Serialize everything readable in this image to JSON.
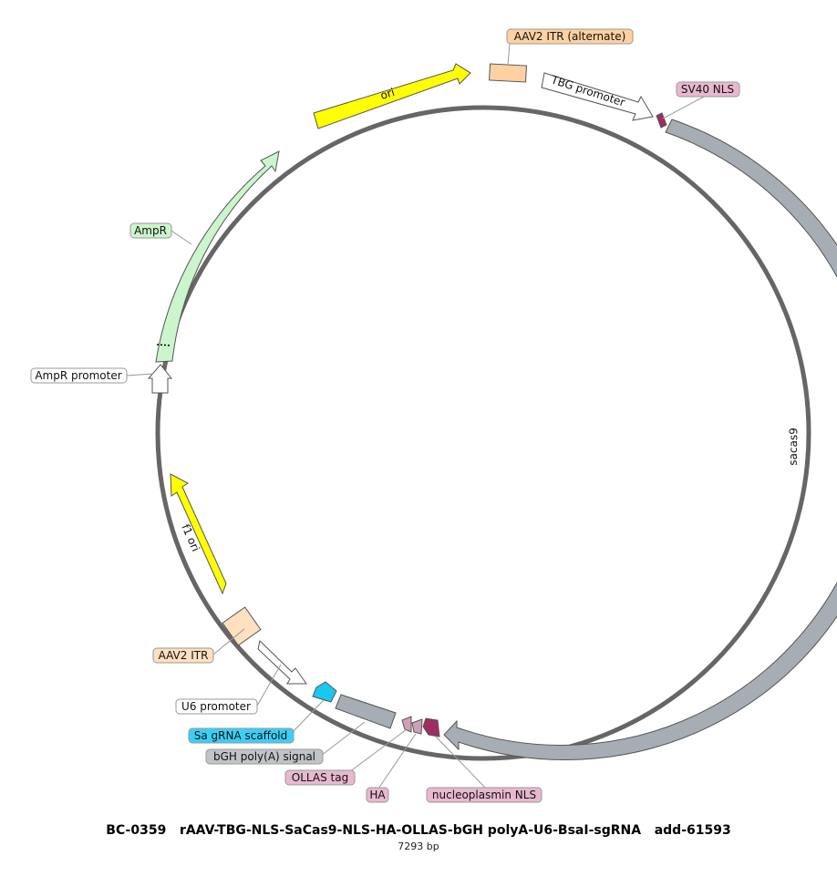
{
  "plasmid": {
    "name": "BC-0359   rAAV-TBG-NLS-SaCas9-NLS-HA-OLLAS-bGH polyA-U6-BsaI-sgRNA   add-61593",
    "length_label": "7293 bp"
  },
  "features": [
    {
      "id": "ori",
      "label": "ori",
      "fill": "#ffff00",
      "inlabel": true
    },
    {
      "id": "aav2-itr-alt",
      "label": "AAV2 ITR (alternate)",
      "fill": "#ffd0a0",
      "inlabel": false
    },
    {
      "id": "tbg-promoter",
      "label": "TBG promoter",
      "fill": "#ffffff",
      "inlabel": true
    },
    {
      "id": "sv40-nls",
      "label": "SV40 NLS",
      "fill": "#9e2d63",
      "inlabel": false
    },
    {
      "id": "sacas9",
      "label": "sacas9",
      "fill": "#a6adb4",
      "inlabel": true
    },
    {
      "id": "nucleoplasmin-nls",
      "label": "nucleoplasmin NLS",
      "fill": "#9e2d63",
      "inlabel": false
    },
    {
      "id": "ha",
      "label": "HA",
      "fill": "#cf9fba",
      "inlabel": false
    },
    {
      "id": "ollas-tag",
      "label": "OLLAS tag",
      "fill": "#cf9fba",
      "inlabel": false
    },
    {
      "id": "bgh-polya",
      "label": "bGH poly(A) signal",
      "fill": "#a6adb4",
      "inlabel": false
    },
    {
      "id": "sa-grna-scaffold",
      "label": "Sa gRNA scaffold",
      "fill": "#18c8f0",
      "inlabel": false
    },
    {
      "id": "u6-promoter",
      "label": "U6 promoter",
      "fill": "#ffffff",
      "inlabel": false
    },
    {
      "id": "aav2-itr",
      "label": "AAV2 ITR",
      "fill": "#ffe0c0",
      "inlabel": false
    },
    {
      "id": "f1-ori",
      "label": "f1 ori",
      "fill": "#ffff00",
      "inlabel": true
    },
    {
      "id": "ampr-promoter",
      "label": "AmpR promoter",
      "fill": "#ffffff",
      "inlabel": false
    },
    {
      "id": "ampr",
      "label": "AmpR",
      "fill": "#ccf5cc",
      "inlabel": false
    }
  ],
  "label_colors": {
    "aav2-itr-alt": "#ffd0a0",
    "sv40-nls": "#e8b8d0",
    "nucleoplasmin-nls": "#e8b8d0",
    "ha": "#e8b8d0",
    "ollas-tag": "#e8b8d0",
    "bgh-polya": "#c0c4c8",
    "sa-grna-scaffold": "#38d0f8",
    "u6-promoter": "#ffffff",
    "aav2-itr": "#ffe0c0",
    "ampr-promoter": "#ffffff",
    "ampr": "#ccf5cc"
  },
  "backbone_color": "#666666"
}
